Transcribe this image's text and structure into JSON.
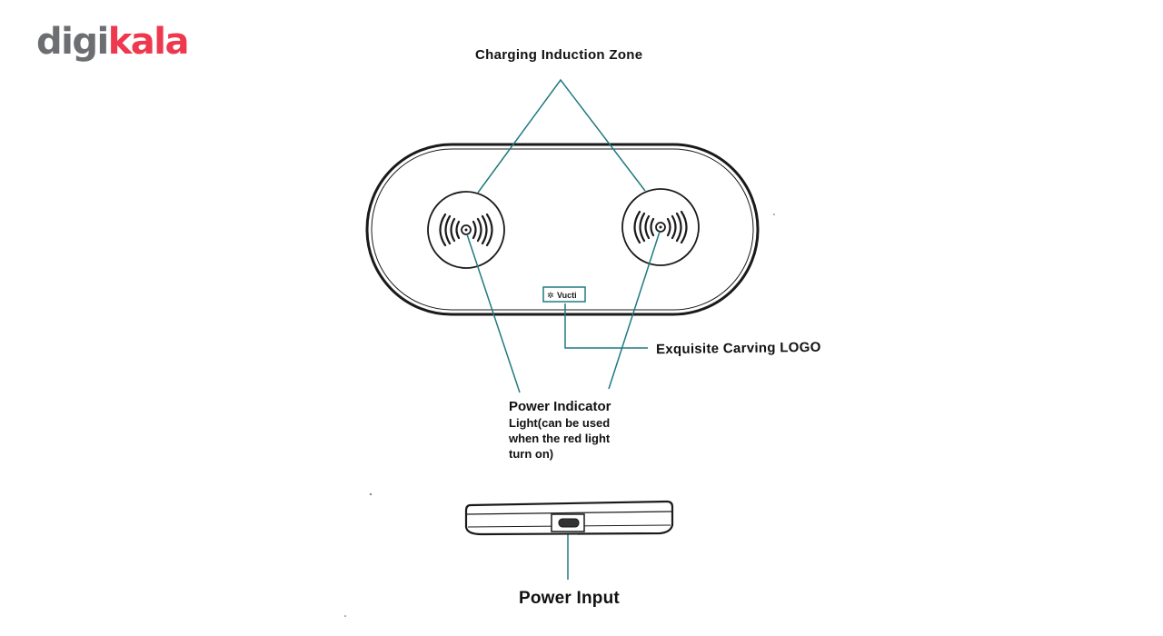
{
  "brand": {
    "part1": "digi",
    "part2": "kala",
    "color_gray": "#6d6e71",
    "color_red": "#ee384e"
  },
  "device_logo_text": "Vucti",
  "labels": {
    "charging_zone": "Charging Induction Zone",
    "exquisite_logo": "Exquisite Carving LOGO",
    "power_light_line1": "Power Indicator",
    "power_light_line2": "Light(can be used",
    "power_light_line3": "when the red light",
    "power_light_line4": "turn on)",
    "power_input": "Power Input"
  },
  "colors": {
    "leader_line": "#1f7a80",
    "outline": "#1a1a1a"
  }
}
